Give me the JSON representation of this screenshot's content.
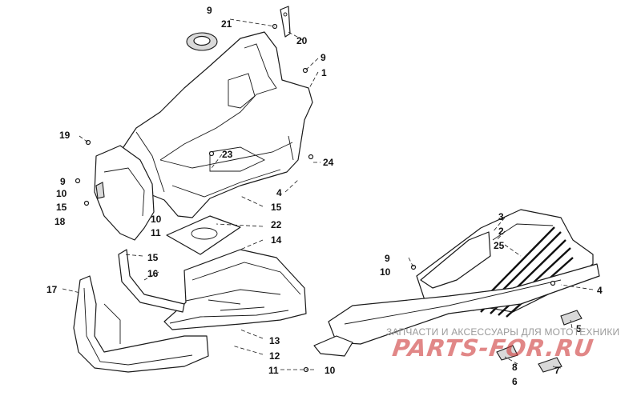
{
  "callouts": {
    "c9a": "9",
    "c21": "21",
    "c20": "20",
    "c9b": "9",
    "c1": "1",
    "c19": "19",
    "c23": "23",
    "c24": "24",
    "c9c": "9",
    "c10a": "10",
    "c15a": "15",
    "c4a": "4",
    "c15b": "15",
    "c18": "18",
    "c10b": "10",
    "c11a": "11",
    "c22": "22",
    "c14": "14",
    "c15c": "15",
    "c16": "16",
    "c17": "17",
    "c13": "13",
    "c12": "12",
    "c11b": "11",
    "c10c": "10",
    "c3": "3",
    "c2": "2",
    "c25": "25",
    "c9d": "9",
    "c10d": "10",
    "c4b": "4",
    "c5": "5",
    "c8": "8",
    "c6": "6",
    "c7": "7"
  },
  "watermark": {
    "caption": "ЗАПЧАСТИ И АКСЕССУАРЫ ДЛЯ МОТОТЕХНИКИ",
    "brand": "PARTS-FOR.RU"
  },
  "colors": {
    "line": "#1a1a1a",
    "watermark_red": "#cd3737",
    "watermark_gray": "#9a9a9a"
  }
}
